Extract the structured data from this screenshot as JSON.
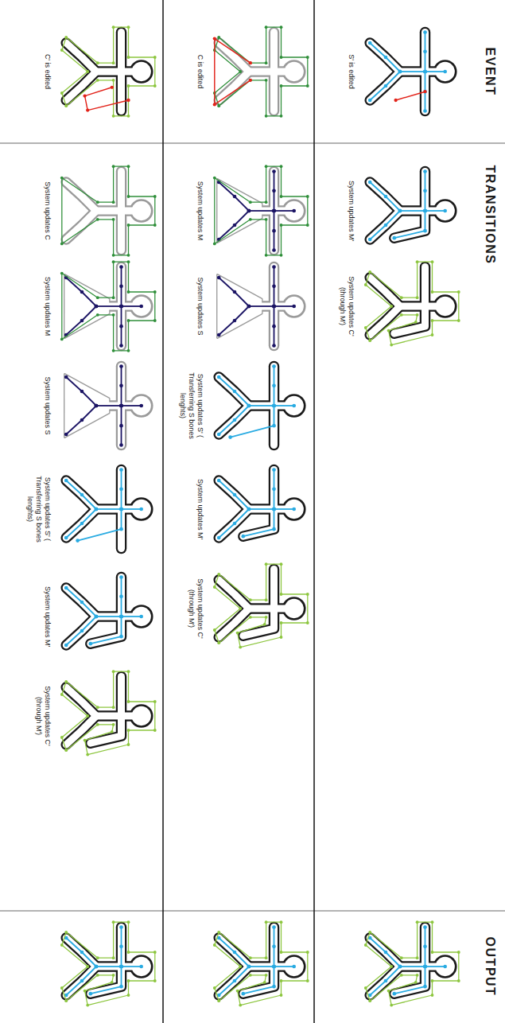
{
  "diagram": {
    "labels": [
      "EVENT",
      "TRANSITIONS",
      "OUTPUT",
      "S' is edited",
      "System updates M'",
      "System updates C' (through M')",
      "C is edited",
      "System updates M",
      "System updates S",
      "System updates S' ( Transferring S bones lenghts)",
      "System updates M'",
      "System updates C' (through M')",
      "C' is edited",
      "System updates C",
      "System updates M",
      "System updates S",
      "System updates S' ( Transferring S bones lenghts)",
      "System updates M'",
      "System updates C' (through M')"
    ]
  }
}
